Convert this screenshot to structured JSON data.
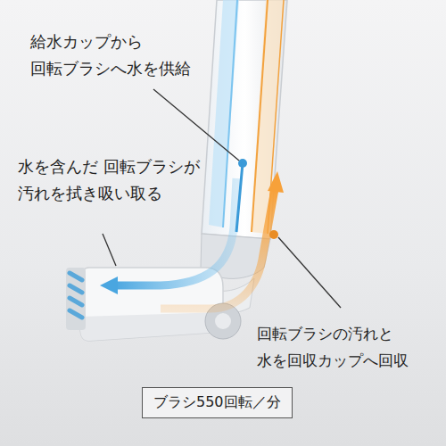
{
  "diagram": {
    "nodes": [
      {
        "text": [
          "ブラシ550回転／分"
        ]
      }
    ],
    "edges": [],
    "labels": [
      "給水カップから 回転ブラシへ水を供給",
      "水を含んだ 回転ブラシが 汚れを拭き吸い取る",
      "回転ブラシの汚れと 水を回収カップへ回収"
    ]
  }
}
